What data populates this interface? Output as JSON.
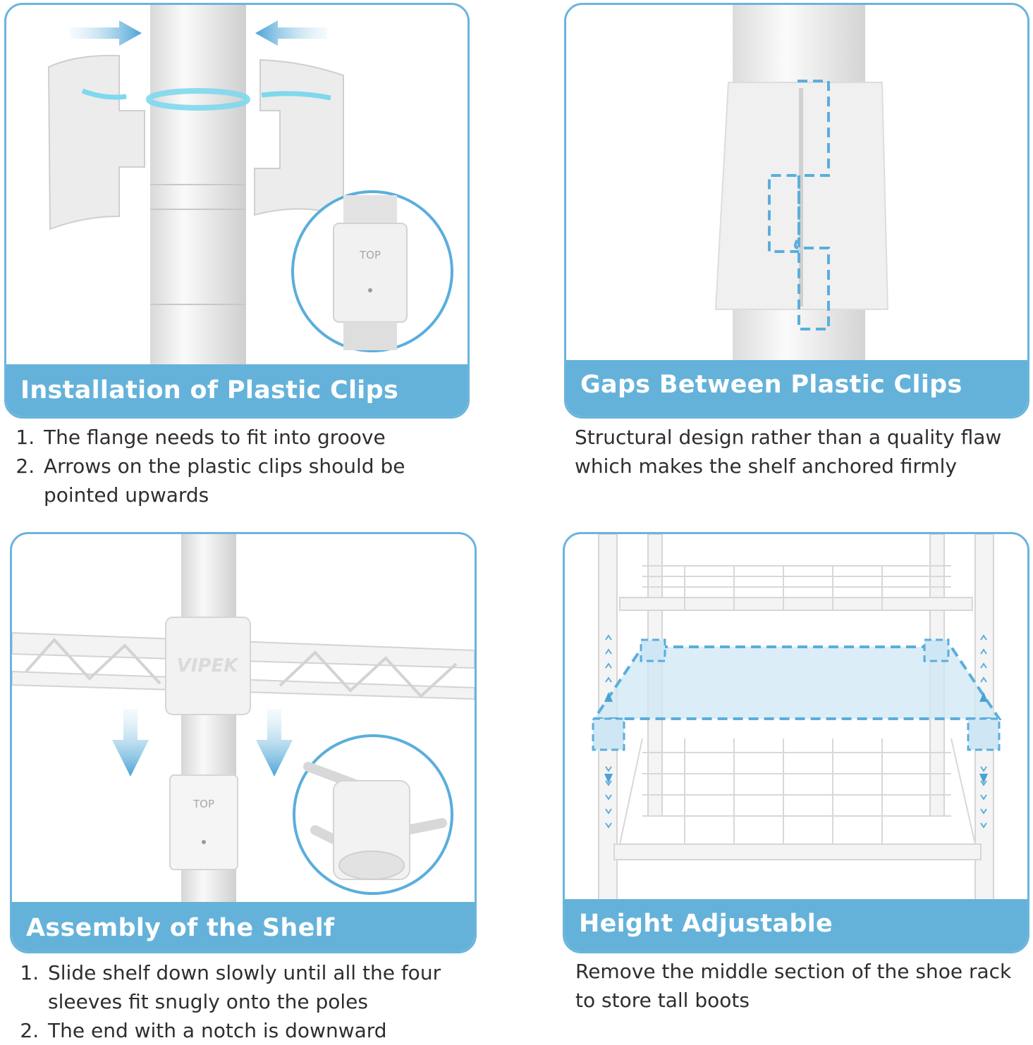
{
  "panels": {
    "p1": {
      "title": "Installation of Plastic Clips",
      "steps": [
        "The flange needs to fit into groove",
        "Arrows on the plastic clips should be pointed upwards"
      ],
      "inset_label": "TOP"
    },
    "p2": {
      "title": "Gaps Between Plastic Clips",
      "text": "Structural design rather than a quality flaw which makes the shelf anchored firmly"
    },
    "p3": {
      "title": "Assembly of the Shelf",
      "steps": [
        "Slide shelf down slowly until all the four sleeves fit snugly onto the poles",
        "The end with a notch is downward"
      ],
      "brand": "VIPEK",
      "sleeve_label": "TOP"
    },
    "p4": {
      "title": "Height Adjustable",
      "text": "Remove the middle section of the shoe rack to store tall boots"
    }
  },
  "colors": {
    "accent": "#64b2da",
    "border": "#6ab5dd",
    "highlight": "#7ed8ee"
  }
}
